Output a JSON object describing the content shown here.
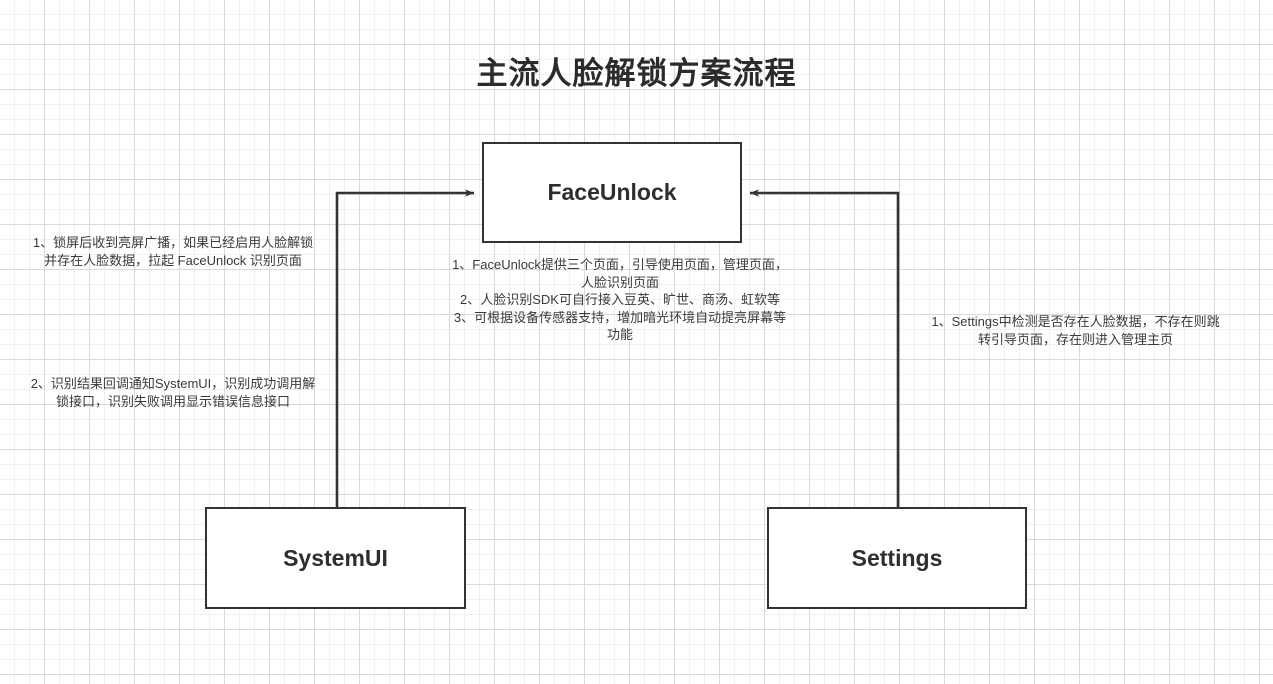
{
  "diagram": {
    "title": "主流人脸解锁方案流程",
    "nodes": {
      "faceunlock": "FaceUnlock",
      "systemui": "SystemUI",
      "settings": "Settings"
    },
    "notes": {
      "left_1": "1、锁屏后收到亮屏广播，如果已经启用人脸解锁\n并存在人脸数据，拉起 FaceUnlock 识别页面",
      "left_2": "2、识别结果回调通知SystemUI，识别成功调用解\n锁接口，识别失败调用显示错误信息接口",
      "center": "1、FaceUnlock提供三个页面，引导使用页面，管理页面，\n人脸识别页面\n2、人脸识别SDK可自行接入豆英、旷世、商汤、虹软等\n3、可根据设备传感器支持，增加暗光环境自动提亮屏幕等\n功能",
      "right_1": "1、Settings中检测是否存在人脸数据，不存在则跳\n转引导页面，存在则进入管理主页"
    },
    "edges": [
      {
        "name": "systemui-to-faceunlock",
        "from": "systemui",
        "to": "faceunlock",
        "direction": "to-faceunlock"
      },
      {
        "name": "settings-to-faceunlock",
        "from": "settings",
        "to": "faceunlock",
        "direction": "to-faceunlock"
      }
    ],
    "colors": {
      "node_border": "#333333",
      "node_fill": "#ffffff",
      "edge_stroke": "#333333",
      "title_text": "#2b2b2b",
      "note_text": "#3a3a3a",
      "grid_minor": "#f0f0f0",
      "grid_major": "#d9d9d9",
      "background": "#ffffff"
    }
  }
}
